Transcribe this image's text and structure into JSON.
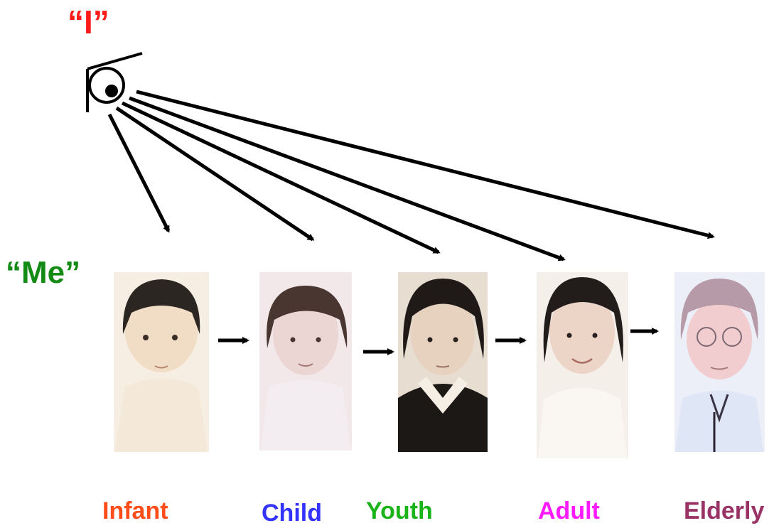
{
  "self_label": {
    "text": "“I”",
    "color": "#ff1a1a"
  },
  "object_label": {
    "text": "“Me”",
    "color": "#138a13"
  },
  "eye_icon": "eye-icon",
  "stages": [
    {
      "label": "Infant",
      "color": "#ff4d1a",
      "portrait": "infant-portrait"
    },
    {
      "label": "Child",
      "color": "#3333ff",
      "portrait": "child-portrait"
    },
    {
      "label": "Youth",
      "color": "#1ab31a",
      "portrait": "youth-portrait"
    },
    {
      "label": "Adult",
      "color": "#ff1aff",
      "portrait": "adult-portrait"
    },
    {
      "label": "Elderly",
      "color": "#993366",
      "portrait": "elderly-portrait"
    }
  ]
}
